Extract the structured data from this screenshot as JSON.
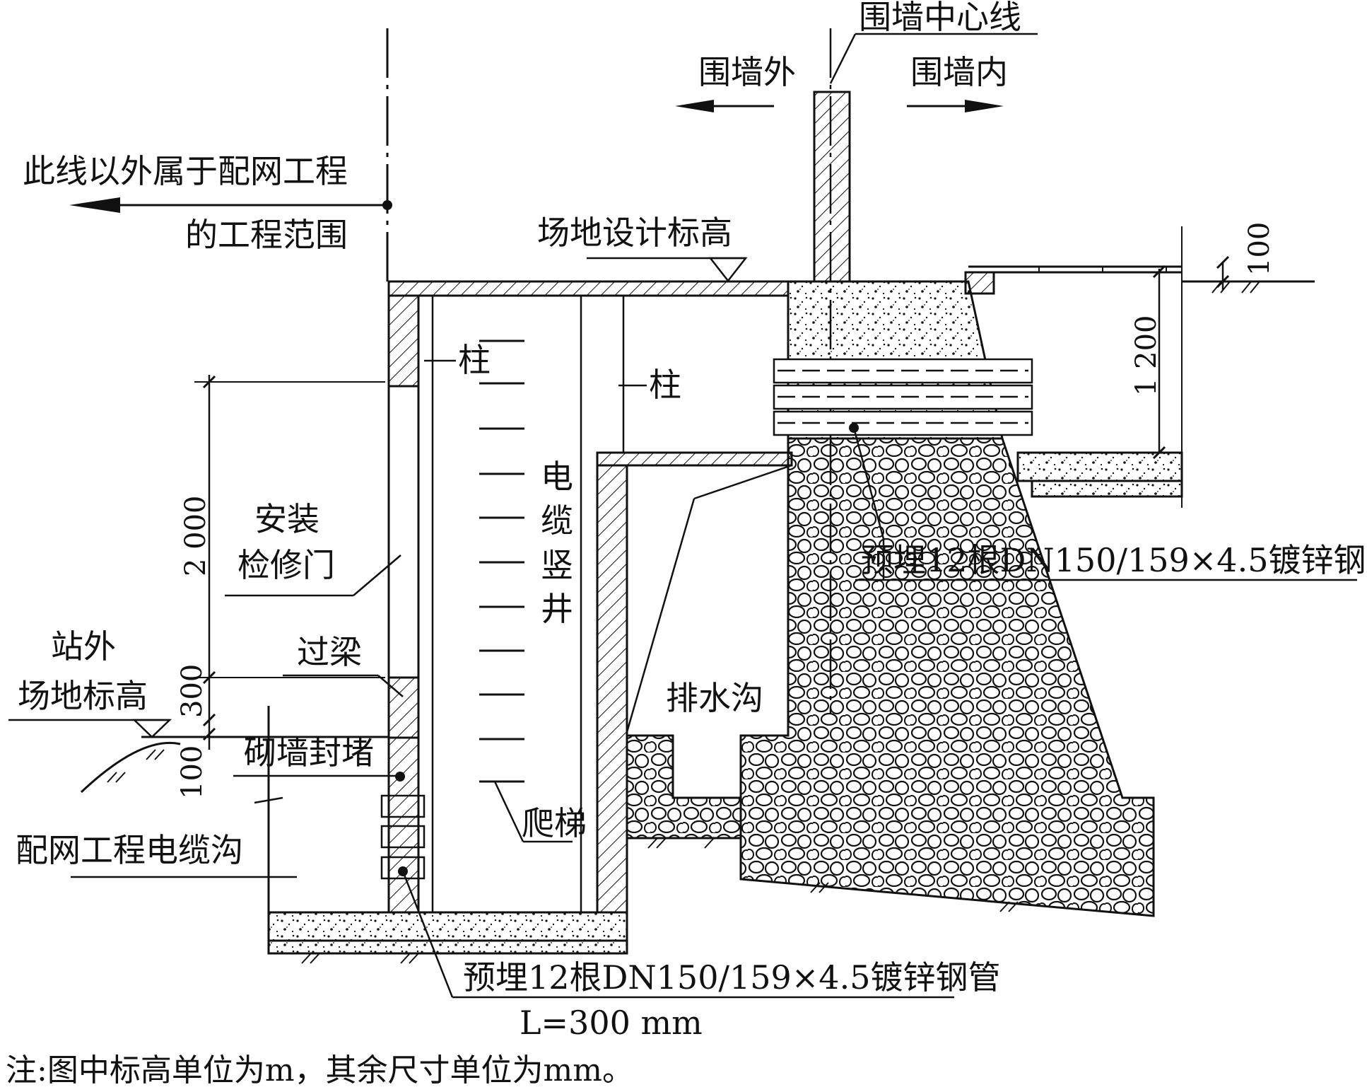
{
  "labels": {
    "boundary_line_1": "此线以外属于配网工程",
    "boundary_line_2": "的工程范围",
    "wall_centerline": "围墙中心线",
    "wall_outside": "围墙外",
    "wall_inside": "围墙内",
    "site_design_elevation": "场地设计标高",
    "column_left": "柱",
    "column_right": "柱",
    "install_door_1": "安装",
    "install_door_2": "检修门",
    "cable_shaft": [
      "电",
      "缆",
      "竖",
      "井"
    ],
    "lintel": "过梁",
    "outside_station_1": "站外",
    "outside_station_2": "场地标高",
    "masonry_seal": "砌墙封堵",
    "ladder": "爬梯",
    "drain": "排水沟",
    "distribution_trench": "配网工程电缆沟",
    "embedded_pipe_right": "预埋12根DN150/159×4.5镀锌钢管",
    "embedded_pipe_bottom": "预埋12根DN150/159×4.5镀锌钢管",
    "pipe_length": "L=300 mm",
    "footnote": "注:图中标高单位为m，其余尺寸单位为mm。"
  },
  "dimensions": {
    "dim_2000": "2 000",
    "dim_300": "300",
    "dim_100_left": "100",
    "dim_1200": "1 200",
    "dim_100_right": "100"
  },
  "icons": [
    "arrow-left-icon",
    "arrow-right-icon",
    "elevation-triangle-icon",
    "ground-hatch-icon"
  ]
}
